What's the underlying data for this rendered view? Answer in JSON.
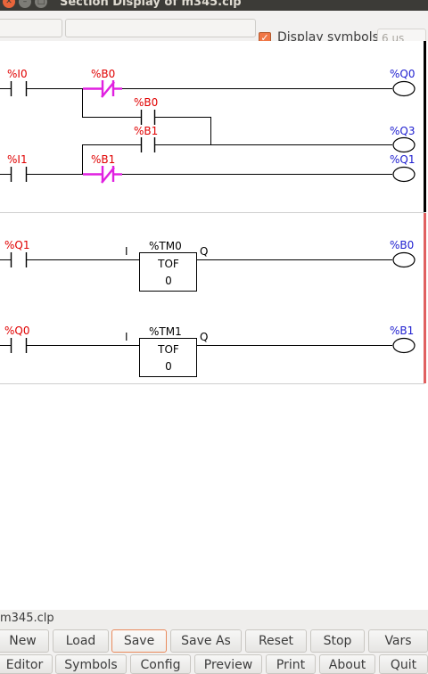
{
  "window": {
    "title": "Section Display of m345.clp"
  },
  "toolbar": {
    "display_symbols_label": "Display symbols",
    "display_symbols_checked": true,
    "spin_value": "6 us"
  },
  "rung1": {
    "c_i0": "%I0",
    "c_b0_nc": "%B0",
    "c_b0_no": "%B0",
    "c_b1_no": "%B1",
    "c_i1": "%I1",
    "c_b1_nc": "%B1",
    "coil_q0": "%Q0",
    "coil_q3": "%Q3",
    "coil_q1": "%Q1"
  },
  "rung2": {
    "c_q1": "%Q1",
    "timer": "%TM0",
    "timer_type": "TOF",
    "timer_preset": "0",
    "input_label": "I",
    "output_label": "Q",
    "coil": "%B0"
  },
  "rung3": {
    "c_q0": "%Q0",
    "timer": "%TM1",
    "timer_type": "TOF",
    "timer_preset": "0",
    "input_label": "I",
    "output_label": "Q",
    "coil": "%B1"
  },
  "status": {
    "filename": "m345.clp"
  },
  "buttons": {
    "row1": [
      "New",
      "Load",
      "Save",
      "Save As",
      "Reset",
      "Stop",
      "Vars"
    ],
    "row2": [
      "Editor",
      "Symbols",
      "Config",
      "Preview",
      "Print",
      "About",
      "Quit"
    ]
  },
  "colors": {
    "variable_red": "#e00000",
    "coil_blue": "#2020d0",
    "negated_contact": "#e020e0",
    "rung_marker": "#e06060"
  }
}
